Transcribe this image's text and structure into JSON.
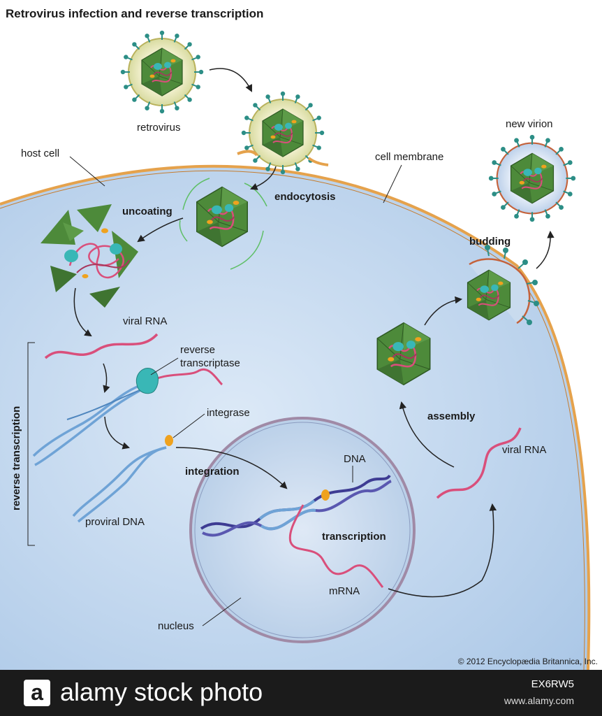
{
  "title": "Retrovirus infection and reverse transcription",
  "labels": {
    "retrovirus": "retrovirus",
    "host_cell": "host cell",
    "cell_membrane": "cell membrane",
    "new_virion": "new virion",
    "endocytosis": "endocytosis",
    "uncoating": "uncoating",
    "budding": "budding",
    "viral_rna_top": "viral RNA",
    "reverse_transcriptase_1": "reverse",
    "reverse_transcriptase_2": "transcriptase",
    "integrase": "integrase",
    "integration": "integration",
    "dna": "DNA",
    "proviral_dna": "proviral DNA",
    "transcription": "transcription",
    "mrna": "mRNA",
    "nucleus": "nucleus",
    "assembly": "assembly",
    "viral_rna_right": "viral RNA",
    "reverse_transcription_bracket": "reverse transcription"
  },
  "copyright": "© 2012 Encyclopædia Britannica, Inc.",
  "footer": {
    "logo_letter": "a",
    "brand": "alamy stock photo",
    "image_id": "EX6RW5",
    "site": "www.alamy.com"
  },
  "colors": {
    "cytoplasm": "#c5d9ef",
    "membrane": "#e5a24c",
    "capsid": "#4d8a3a",
    "rna": "#d94f7b",
    "dna_light": "#6fa3d6",
    "dna_dark": "#3e3c93",
    "enzyme": "#39b7b6",
    "integrase": "#efa21e"
  }
}
